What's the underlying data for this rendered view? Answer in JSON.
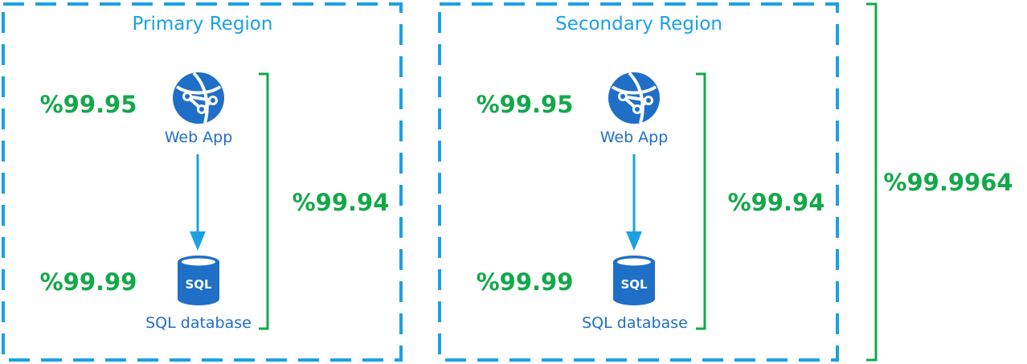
{
  "colors": {
    "region_border": "#1ba1e2",
    "availability_green": "#13a84a",
    "service_blue": "#1f6fc6",
    "arrow_blue": "#1ba1e2"
  },
  "regions": [
    {
      "title": "Primary Region",
      "web_app": {
        "icon": "web-app-globe-icon",
        "label": "Web App",
        "availability": "%99.95"
      },
      "sql_database": {
        "icon": "sql-database-icon",
        "icon_text": "SQL",
        "label": "SQL database",
        "availability": "%99.99"
      },
      "composite_availability": "%99.94"
    },
    {
      "title": "Secondary Region",
      "web_app": {
        "icon": "web-app-globe-icon",
        "label": "Web App",
        "availability": "%99.95"
      },
      "sql_database": {
        "icon": "sql-database-icon",
        "icon_text": "SQL",
        "label": "SQL database",
        "availability": "%99.99"
      },
      "composite_availability": "%99.94"
    }
  ],
  "overall_availability": "%99.9964"
}
